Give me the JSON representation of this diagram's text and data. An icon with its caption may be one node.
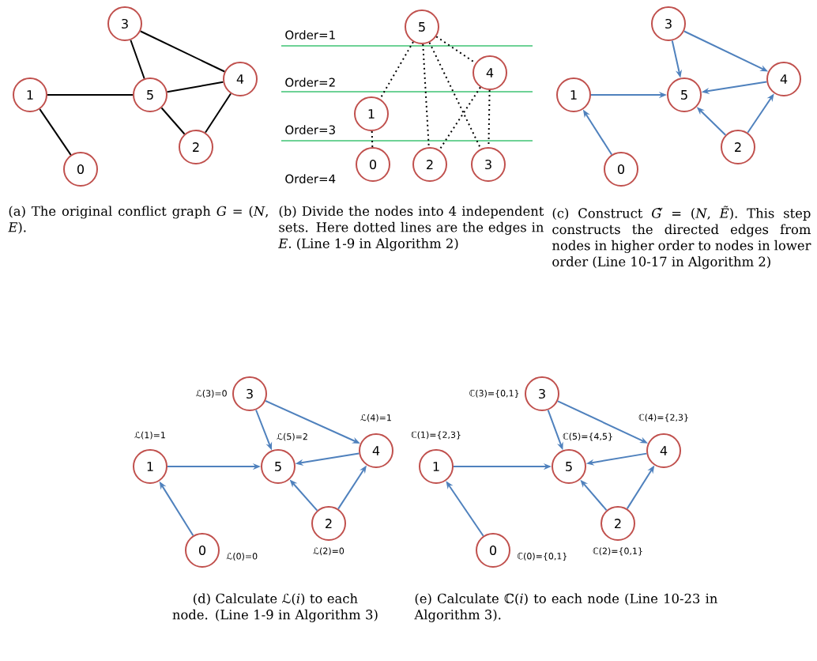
{
  "diagram": {
    "nodes": [
      {
        "text": [
          "0"
        ]
      },
      {
        "text": [
          "1"
        ]
      },
      {
        "text": [
          "2"
        ]
      },
      {
        "text": [
          "3"
        ]
      },
      {
        "text": [
          "4"
        ]
      },
      {
        "text": [
          "5"
        ]
      },
      {
        "text": [
          "0"
        ]
      },
      {
        "text": [
          "1"
        ]
      },
      {
        "text": [
          "2"
        ]
      },
      {
        "text": [
          "3"
        ]
      },
      {
        "text": [
          "4"
        ]
      },
      {
        "text": [
          "5"
        ]
      },
      {
        "text": [
          "0"
        ]
      },
      {
        "text": [
          "1"
        ]
      },
      {
        "text": [
          "2"
        ]
      },
      {
        "text": [
          "3"
        ]
      },
      {
        "text": [
          "4"
        ]
      },
      {
        "text": [
          "5"
        ]
      },
      {
        "text": [
          "0"
        ],
        "beside": [
          "ℒ(0)=0"
        ]
      },
      {
        "text": [
          "1"
        ],
        "beside": [
          "ℒ(1)=1"
        ]
      },
      {
        "text": [
          "2"
        ],
        "beside": [
          "ℒ(2)=0"
        ]
      },
      {
        "text": [
          "3"
        ],
        "beside": [
          "ℒ(3)=0"
        ]
      },
      {
        "text": [
          "4"
        ],
        "beside": [
          "ℒ(4)=1"
        ]
      },
      {
        "text": [
          "5"
        ],
        "beside": [
          "ℒ(5)=2"
        ]
      },
      {
        "text": [
          "0"
        ],
        "beside": [
          "ℂ(0)={0,1}"
        ]
      },
      {
        "text": [
          "1"
        ],
        "beside": [
          "ℂ(1)={2,3}"
        ]
      },
      {
        "text": [
          "2"
        ],
        "beside": [
          "ℂ(2)={0,1}"
        ]
      },
      {
        "text": [
          "3"
        ],
        "beside": [
          "ℂ(3)={0,1}"
        ]
      },
      {
        "text": [
          "4"
        ],
        "beside": [
          "ℂ(4)={2,3}"
        ]
      },
      {
        "text": [
          "5"
        ],
        "beside": [
          "ℂ(5)={4,5}"
        ]
      }
    ],
    "edges": [
      {
        "from": 1,
        "to": 0,
        "arrow": "none",
        "color": "#000000"
      },
      {
        "from": 1,
        "to": 5,
        "arrow": "none",
        "color": "#000000"
      },
      {
        "from": 3,
        "to": 5,
        "arrow": "none",
        "color": "#000000"
      },
      {
        "from": 3,
        "to": 4,
        "arrow": "none",
        "color": "#000000"
      },
      {
        "from": 5,
        "to": 4,
        "arrow": "none",
        "color": "#000000"
      },
      {
        "from": 5,
        "to": 2,
        "arrow": "none",
        "color": "#000000"
      },
      {
        "from": 2,
        "to": 4,
        "arrow": "none",
        "color": "#000000"
      },
      {
        "from": 11,
        "to": 7,
        "arrow": "none",
        "style": "dashed",
        "color": "#000000"
      },
      {
        "from": 11,
        "to": 8,
        "arrow": "none",
        "style": "dashed",
        "color": "#000000"
      },
      {
        "from": 11,
        "to": 9,
        "arrow": "none",
        "style": "dashed",
        "color": "#000000"
      },
      {
        "from": 11,
        "to": 10,
        "arrow": "none",
        "style": "dashed",
        "color": "#000000"
      },
      {
        "from": 10,
        "to": 8,
        "arrow": "none",
        "style": "dashed",
        "color": "#000000"
      },
      {
        "from": 10,
        "to": 9,
        "arrow": "none",
        "style": "dashed",
        "color": "#000000"
      },
      {
        "from": 7,
        "to": 6,
        "arrow": "none",
        "style": "dashed",
        "color": "#000000"
      },
      {
        "from": 12,
        "to": 13,
        "arrow": "to"
      },
      {
        "from": 13,
        "to": 17,
        "arrow": "to"
      },
      {
        "from": 15,
        "to": 17,
        "arrow": "to"
      },
      {
        "from": 15,
        "to": 16,
        "arrow": "to"
      },
      {
        "from": 16,
        "to": 17,
        "arrow": "to"
      },
      {
        "from": 14,
        "to": 17,
        "arrow": "to"
      },
      {
        "from": 14,
        "to": 16,
        "arrow": "to"
      },
      {
        "from": 18,
        "to": 19,
        "arrow": "to"
      },
      {
        "from": 19,
        "to": 23,
        "arrow": "to"
      },
      {
        "from": 21,
        "to": 23,
        "arrow": "to"
      },
      {
        "from": 21,
        "to": 22,
        "arrow": "to"
      },
      {
        "from": 22,
        "to": 23,
        "arrow": "to"
      },
      {
        "from": 20,
        "to": 23,
        "arrow": "to"
      },
      {
        "from": 20,
        "to": 22,
        "arrow": "to"
      },
      {
        "from": 24,
        "to": 25,
        "arrow": "to"
      },
      {
        "from": 25,
        "to": 29,
        "arrow": "to"
      },
      {
        "from": 27,
        "to": 29,
        "arrow": "to"
      },
      {
        "from": 27,
        "to": 28,
        "arrow": "to"
      },
      {
        "from": 28,
        "to": 29,
        "arrow": "to"
      },
      {
        "from": 26,
        "to": 29,
        "arrow": "to"
      },
      {
        "from": 26,
        "to": 28,
        "arrow": "to"
      }
    ],
    "labels": [
      "Order=1",
      "Order=2",
      "Order=3",
      "Order=4",
      "(a) The original conflict graph *G* = (*N*, *E*).",
      "(b) Divide the nodes into 4 independent sets. Here dotted lines are the edges in *E*. (Line 1-9 in Algorithm 2)",
      "(c) Construct *G̃* = (*N*, *Ẽ*). This step constructs the directed edges from nodes in higher order to nodes in lower order (Line 10-17 in Algorithm 2)",
      "(d) Calculate ℒ(*i*) to each node. (Line 1-9 in Algorithm 3)",
      "(e) Calculate ℂ(*i*) to each node (Line 10-23 in Algorithm 3)."
    ]
  }
}
